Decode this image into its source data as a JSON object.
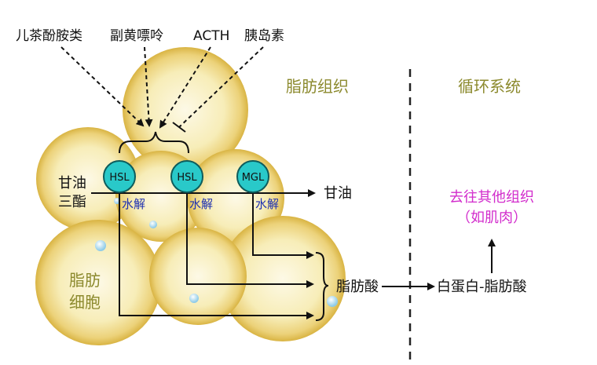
{
  "hormones": [
    "儿茶酚胺类",
    "副黄嘌呤",
    "ACTH",
    "胰岛素"
  ],
  "regions": {
    "adipose": "脂肪组织",
    "circulation": "循环系统"
  },
  "input": {
    "triglyceride_line1": "甘油",
    "triglyceride_line2": "三酯"
  },
  "cell_label": {
    "line1": "脂肪",
    "line2": "细胞"
  },
  "enzymes": [
    "HSL",
    "HSL",
    "MGL"
  ],
  "hydrolysis": "水解",
  "products": {
    "glycerol": "甘油",
    "fatty_acid": "脂肪酸",
    "albumin_fa": "白蛋白-脂肪酸"
  },
  "destination": {
    "line1": "去往其他组织",
    "line2": "（如肌肉）"
  },
  "colors": {
    "cell_fill": "#f4e7a6",
    "cell_rim": "#e6c45a",
    "enzyme": "#29c9c9",
    "title": "#8c8a2e",
    "dest": "#d22ccc",
    "hydrolysis": "#1d2fb0"
  }
}
